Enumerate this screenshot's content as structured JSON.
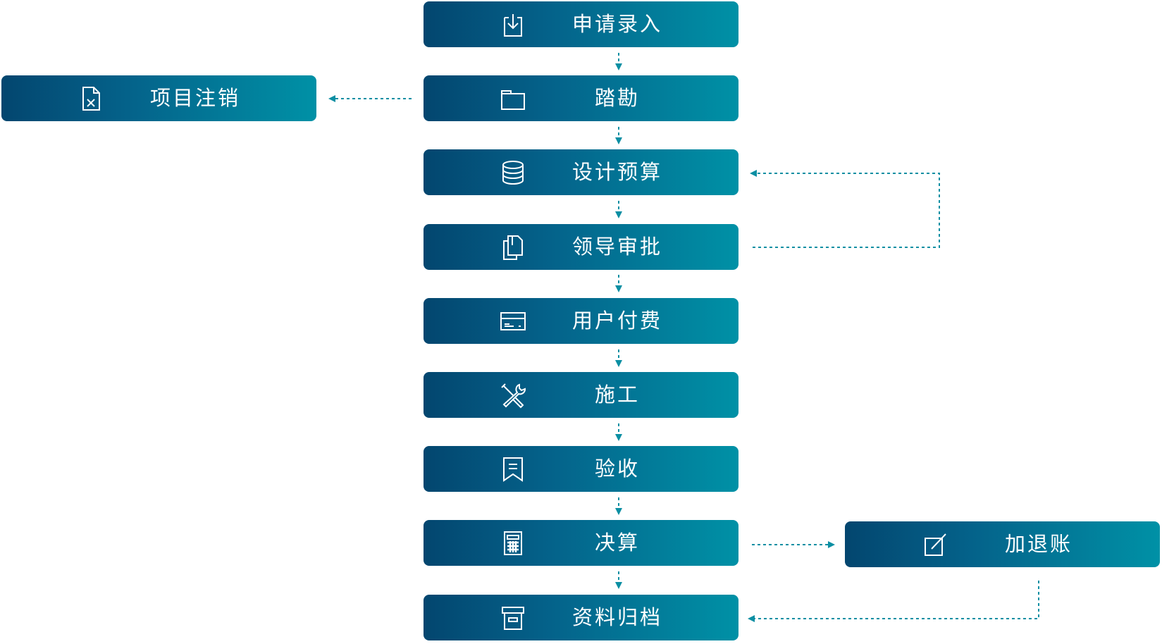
{
  "steps": [
    {
      "label": "申请录入",
      "icon": "download-icon"
    },
    {
      "label": "踏勘",
      "icon": "folder-icon"
    },
    {
      "label": "设计预算",
      "icon": "database-icon"
    },
    {
      "label": "领导审批",
      "icon": "documents-icon"
    },
    {
      "label": "用户付费",
      "icon": "card-icon"
    },
    {
      "label": "施工",
      "icon": "tools-icon"
    },
    {
      "label": "验收",
      "icon": "bookmark-icon"
    },
    {
      "label": "决算",
      "icon": "calculator-icon"
    },
    {
      "label": "资料归档",
      "icon": "archive-icon"
    }
  ],
  "side": {
    "cancel": {
      "label": "项目注销",
      "icon": "file-cancel-icon"
    },
    "adjust": {
      "label": "加退账",
      "icon": "edit-icon"
    }
  },
  "colors": {
    "dark": "#03466f",
    "light": "#0091a6",
    "connector": "#0b8fa3"
  }
}
